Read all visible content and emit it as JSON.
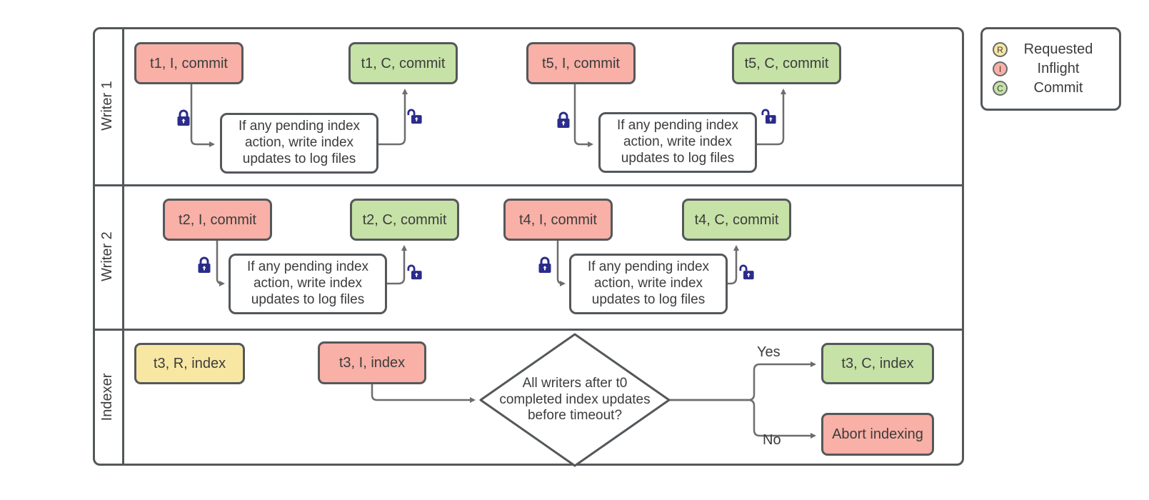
{
  "lanes": [
    {
      "label": "Writer 1"
    },
    {
      "label": "Writer 2"
    },
    {
      "label": "Indexer"
    }
  ],
  "nodes": [
    {
      "id": "t1-inflight",
      "label": "t1, I, commit",
      "state": "inflight"
    },
    {
      "id": "t1-commit",
      "label": "t1, C, commit",
      "state": "commit"
    },
    {
      "id": "writer1-process-1",
      "label": "If any pending index action, write index updates to log files",
      "state": "process"
    },
    {
      "id": "t5-inflight",
      "label": "t5, I, commit",
      "state": "inflight"
    },
    {
      "id": "t5-commit",
      "label": "t5, C, commit",
      "state": "commit"
    },
    {
      "id": "writer1-process-2",
      "label": "If any pending index action, write index updates to log files",
      "state": "process"
    },
    {
      "id": "t2-inflight",
      "label": "t2, I, commit",
      "state": "inflight"
    },
    {
      "id": "t2-commit",
      "label": "t2, C, commit",
      "state": "commit"
    },
    {
      "id": "writer2-process-1",
      "label": "If any pending index action, write index updates to log files",
      "state": "process"
    },
    {
      "id": "t4-inflight",
      "label": "t4, I, commit",
      "state": "inflight"
    },
    {
      "id": "t4-commit",
      "label": "t4, C, commit",
      "state": "commit"
    },
    {
      "id": "writer2-process-2",
      "label": "If any pending index action, write index updates to log files",
      "state": "process"
    },
    {
      "id": "t3-requested",
      "label": "t3, R, index",
      "state": "requested"
    },
    {
      "id": "t3-inflight",
      "label": "t3, I, index",
      "state": "inflight"
    },
    {
      "id": "t3-commit",
      "label": "t3, C, index",
      "state": "commit"
    },
    {
      "id": "abort-indexing",
      "label": "Abort indexing",
      "state": "inflight"
    }
  ],
  "decision": {
    "label": "All writers after t0 completed index updates before timeout?"
  },
  "branches": {
    "yes": "Yes",
    "no": "No"
  },
  "legend": {
    "items": [
      {
        "letter": "R",
        "label": "Requested",
        "color": "#f7e7a2"
      },
      {
        "letter": "I",
        "label": "Inflight",
        "color": "#f9b0a6"
      },
      {
        "letter": "C",
        "label": "Commit",
        "color": "#c6e2a7"
      }
    ]
  },
  "colors": {
    "requested": "#f7e7a2",
    "inflight": "#f9b0a6",
    "commit": "#c6e2a7",
    "border": "#54585b",
    "connector": "#6d6d6d",
    "lock": "#2b2b8c"
  }
}
